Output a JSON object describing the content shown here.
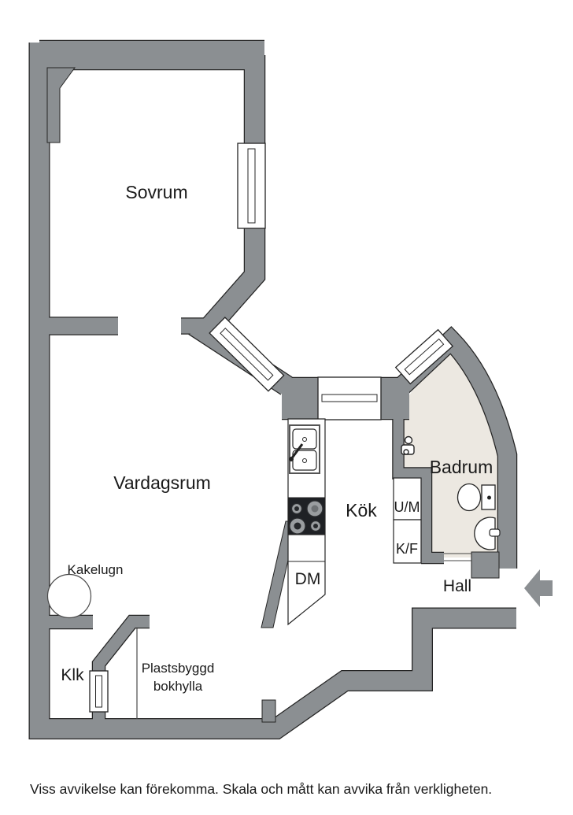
{
  "plan": {
    "title_hint": "apartment floorplan",
    "rooms": {
      "sovrum": "Sovrum",
      "vardagsrum": "Vardagsrum",
      "kok": "Kök",
      "badrum": "Badrum",
      "hall": "Hall",
      "klk": "Klk"
    },
    "features": {
      "kakelugn": "Kakelugn",
      "bokhylla_line1": "Plastsbyggd",
      "bokhylla_line2": "bokhylla",
      "dm": "DM",
      "um": "U/M",
      "kf": "K/F"
    },
    "caption": "Viss avvikelse kan förekomma. Skala och mått kan avvika från verkligheten.",
    "icons": {
      "entrance_arrow": "left-arrow-entrance-icon"
    },
    "colors": {
      "wall": "#8b8f92",
      "outline": "#242424",
      "bathroom_floor": "#ece8e1",
      "background": "#ffffff",
      "stove": "#1f2125"
    }
  }
}
